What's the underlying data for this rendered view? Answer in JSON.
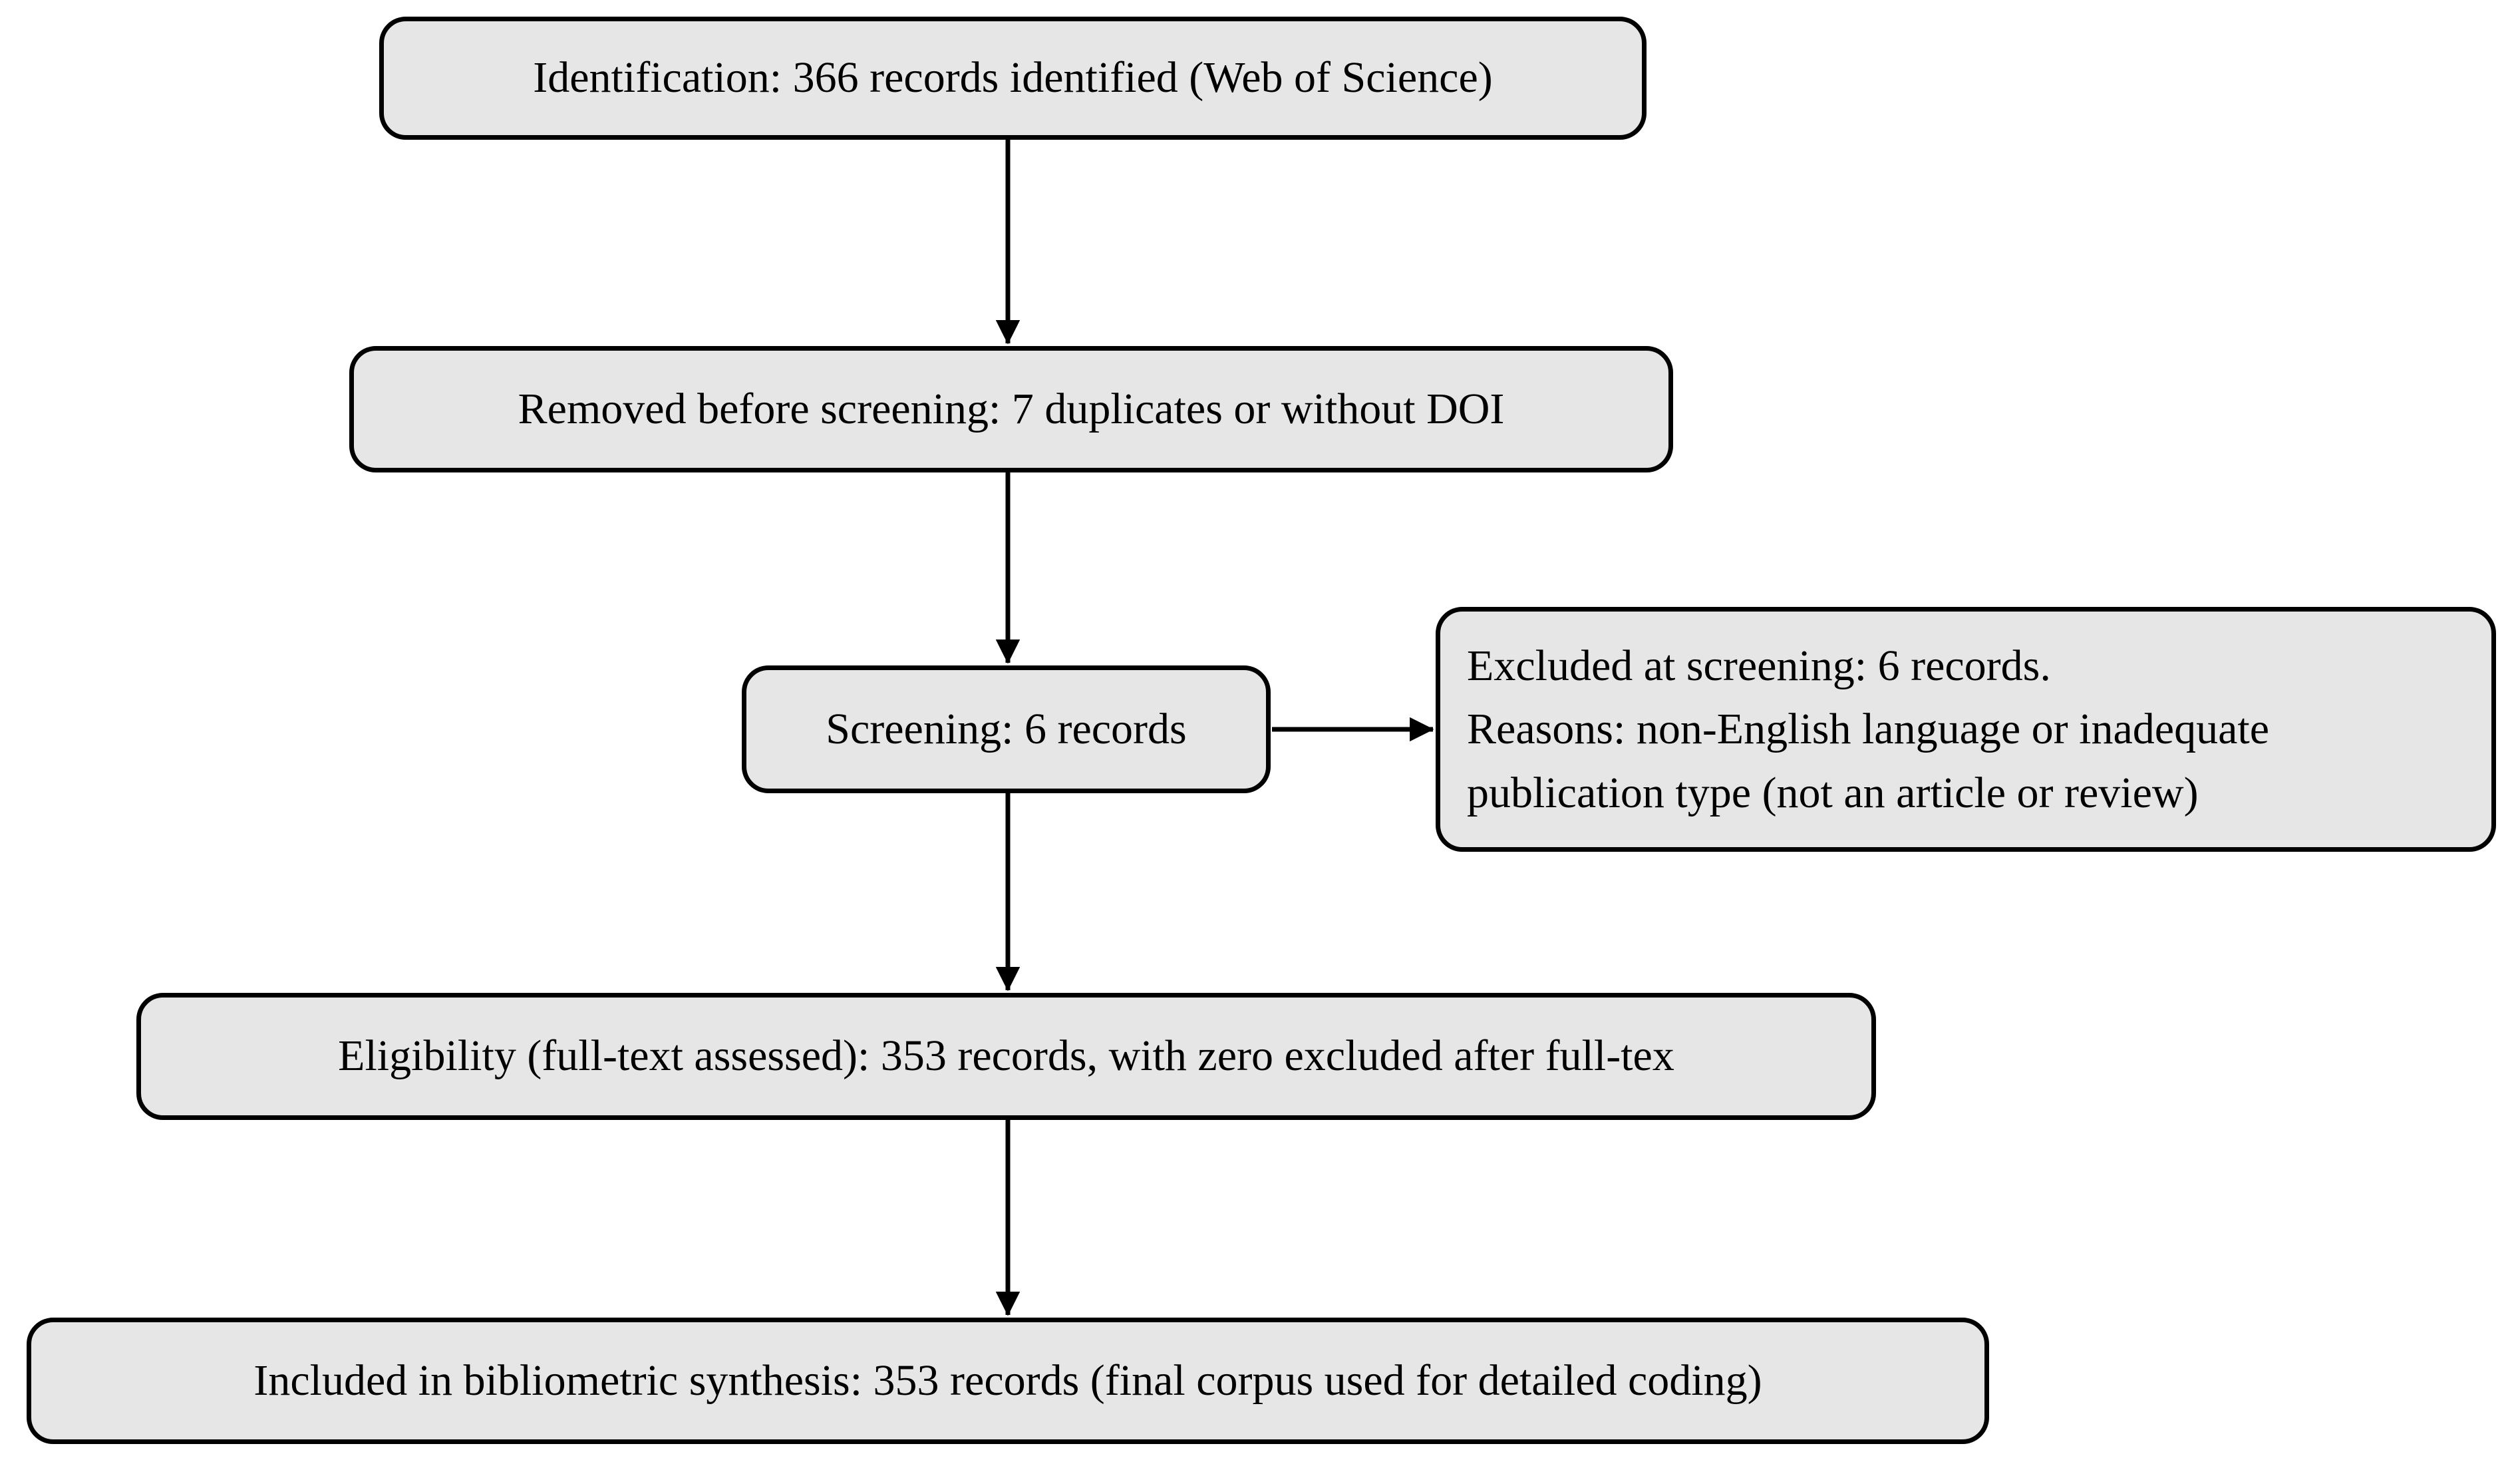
{
  "colors": {
    "background": "#ffffff",
    "box_fill": "#e6e6e6",
    "box_border": "#000000",
    "arrow": "#000000",
    "text": "#000000"
  },
  "flowchart": {
    "nodes": {
      "identification": {
        "label": "Identification: 366 records identified (Web of Science)"
      },
      "removed": {
        "label": "Removed before screening: 7 duplicates or without DOI"
      },
      "screening": {
        "label": "Screening: 6 records"
      },
      "excluded": {
        "lines": [
          "Excluded at screening: 6 records.",
          "Reasons: non-English language or inadequate",
          "publication type (not an article or review)"
        ]
      },
      "eligibility": {
        "label": "Eligibility (full-text assessed): 353 records, with zero excluded after full-tex"
      },
      "included": {
        "label": "Included in bibliometric synthesis: 353 records (final corpus used for detailed coding)"
      }
    },
    "edges": [
      {
        "from": "identification",
        "to": "removed"
      },
      {
        "from": "removed",
        "to": "screening"
      },
      {
        "from": "screening",
        "to": "excluded"
      },
      {
        "from": "screening",
        "to": "eligibility"
      },
      {
        "from": "eligibility",
        "to": "included"
      }
    ]
  }
}
